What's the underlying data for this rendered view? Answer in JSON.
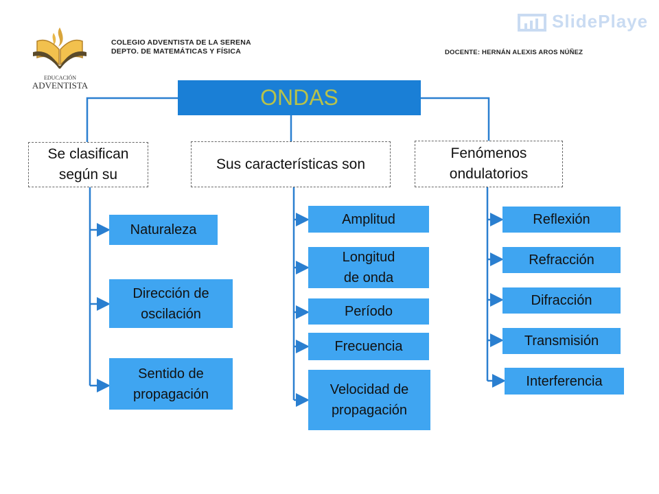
{
  "header": {
    "school": "COLEGIO ADVENTISTA DE LA SERENA",
    "department": "DEPTO. DE MATEMÁTICAS Y FÍSICA",
    "teacher": "DOCENTE: HERNÁN ALEXIS AROS NÚÑEZ"
  },
  "logo": {
    "line1": "EDUCACIÓN",
    "line2": "ADVENTISTA",
    "icon": "open-book-flame-icon"
  },
  "watermark": "SlidePlaye",
  "diagram": {
    "title": "ONDAS",
    "categories": [
      {
        "label": "Se clasifican\nsegún su",
        "items": [
          "Naturaleza",
          "Dirección de\noscilación",
          "Sentido de\npropagación"
        ]
      },
      {
        "label": "Sus características son",
        "items": [
          "Amplitud",
          "Longitud\nde onda",
          "Período",
          "Frecuencia",
          "Velocidad de\npropagación"
        ]
      },
      {
        "label": "Fenómenos\nondulatorios",
        "items": [
          "Reflexión",
          "Refracción",
          "Difracción",
          "Transmisión",
          "Interferencia"
        ]
      }
    ]
  },
  "colors": {
    "title_bg": "#1a7fd6",
    "title_text": "#b7c24a",
    "leaf_bg": "#3fa5f1",
    "connector": "#2a7fd0"
  }
}
